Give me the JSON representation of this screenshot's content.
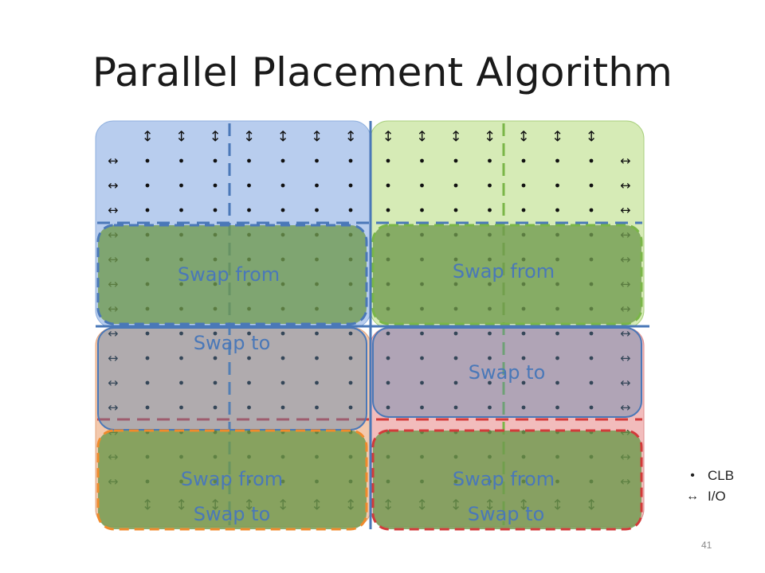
{
  "title": "Parallel Placement Algorithm",
  "labels": {
    "tl_from": "Swap from",
    "tl_to": "Swap to",
    "tr_from": "Swap from",
    "tr_to": "Swap to",
    "bl_from": "Swap from",
    "bl_to": "Swap to",
    "br_from": "Swap from",
    "br_to": "Swap to"
  },
  "legend": [
    {
      "symbol": "•",
      "label": "CLB"
    },
    {
      "symbol": "↔",
      "label": "I/O"
    }
  ],
  "page_number": "41",
  "symbols": {
    "clb": "•",
    "io_horizontal": "↔",
    "io_vertical": "↕"
  },
  "colors": {
    "quadrant_tl": "#b8cdee",
    "quadrant_tr": "#d6ebb6",
    "quadrant_bl": "#f3c9ad",
    "quadrant_br": "#f2bcbc",
    "blue": "#4a78b8",
    "green": "#7ab648",
    "orange": "#f08a2c",
    "red": "#d23a3a",
    "swap_box_fill": "#6f9a4e"
  }
}
